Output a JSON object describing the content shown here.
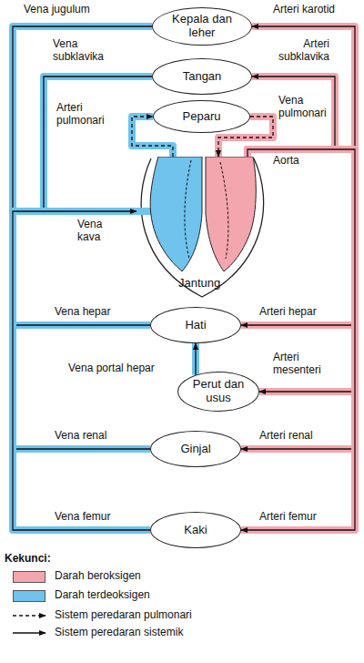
{
  "diagram": {
    "nodes": [
      {
        "text": [
          "Kepala dan leher"
        ]
      },
      {
        "text": [
          "Tangan"
        ]
      },
      {
        "text": [
          "Peparu"
        ]
      },
      {
        "text": [
          "Jantung"
        ]
      },
      {
        "text": [
          "Hati"
        ]
      },
      {
        "text": [
          "Perut dan usus"
        ]
      },
      {
        "text": [
          "Ginjal"
        ]
      },
      {
        "text": [
          "Kaki"
        ]
      }
    ],
    "edges": [
      {
        "from": 3,
        "to": 0,
        "label": "Arteri karotid",
        "arrow": "to"
      },
      {
        "from": 0,
        "to": 3,
        "label": "Vena jugulum",
        "arrow": "to"
      },
      {
        "from": 3,
        "to": 1,
        "label": "Arteri subklavika",
        "arrow": "to"
      },
      {
        "from": 1,
        "to": 3,
        "label": "Vena subklavika",
        "arrow": "to"
      },
      {
        "from": 3,
        "to": 2,
        "label": "Arteri pulmonari",
        "arrow": "to"
      },
      {
        "from": 2,
        "to": 3,
        "label": "Vena pulmonari",
        "arrow": "to"
      },
      {
        "from": 3,
        "to": 4,
        "label": "Arteri hepar",
        "arrow": "to"
      },
      {
        "from": 4,
        "to": 3,
        "label": "Vena hepar",
        "arrow": "to"
      },
      {
        "from": 3,
        "to": 5,
        "label": "Arteri mesenteri",
        "arrow": "to"
      },
      {
        "from": 5,
        "to": 4,
        "label": "Vena portal hepar",
        "arrow": "to"
      },
      {
        "from": 3,
        "to": 6,
        "label": "Arteri renal",
        "arrow": "to"
      },
      {
        "from": 6,
        "to": 3,
        "label": "Vena renal",
        "arrow": "to"
      },
      {
        "from": 3,
        "to": 7,
        "label": "Arteri femur",
        "arrow": "to"
      },
      {
        "from": 7,
        "to": 3,
        "label": "Vena femur",
        "arrow": "to"
      }
    ],
    "labels": [
      "Aorta",
      "Vena kava",
      "Kekunci:"
    ],
    "legend": [
      {
        "text": "Darah beroksigen",
        "color": "#f4a6ae"
      },
      {
        "text": "Darah terdeoksigen",
        "color": "#6fc3ec"
      },
      {
        "text": "Sistem peredaran pulmonari"
      },
      {
        "text": "Sistem peredaran sistemik"
      }
    ]
  }
}
